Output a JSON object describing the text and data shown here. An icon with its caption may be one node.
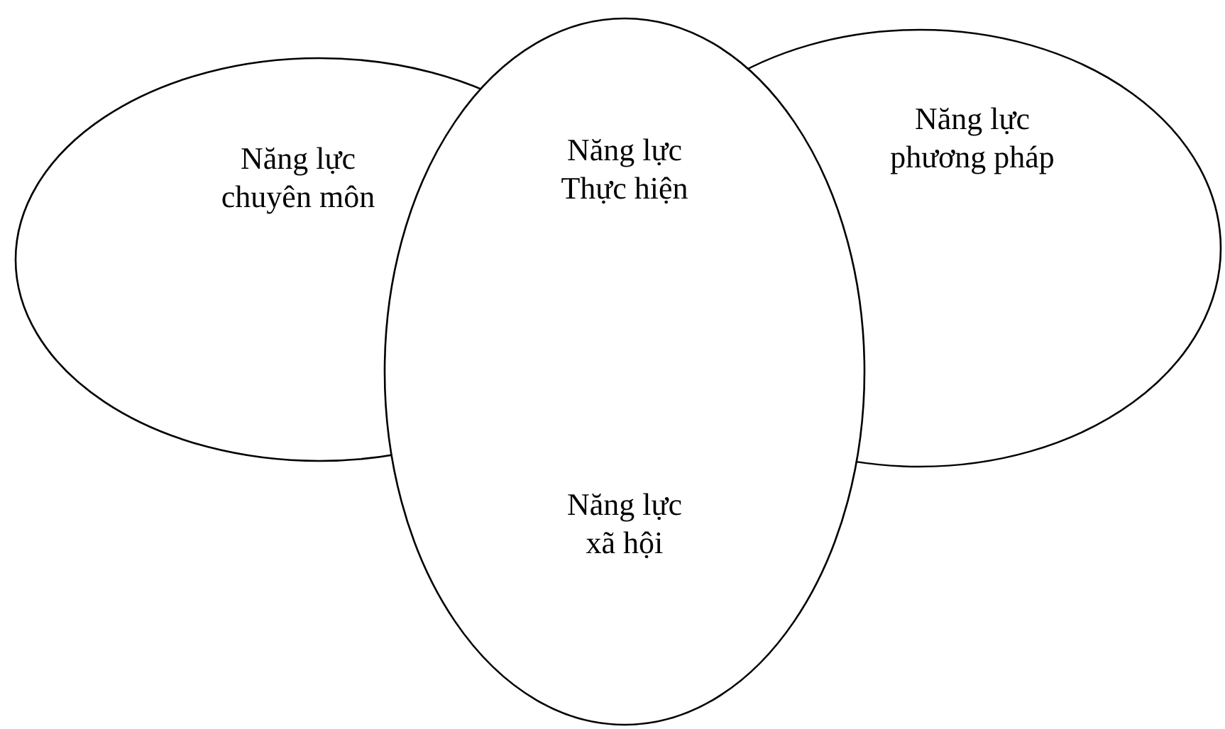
{
  "diagram": {
    "nodes": [
      {
        "text": [
          "Năng lực chuyên môn"
        ]
      },
      {
        "text": [
          "Năng lực Thực hiện",
          "Năng lực xã hội"
        ]
      },
      {
        "text": [
          "Năng lực phương pháp"
        ]
      }
    ]
  }
}
